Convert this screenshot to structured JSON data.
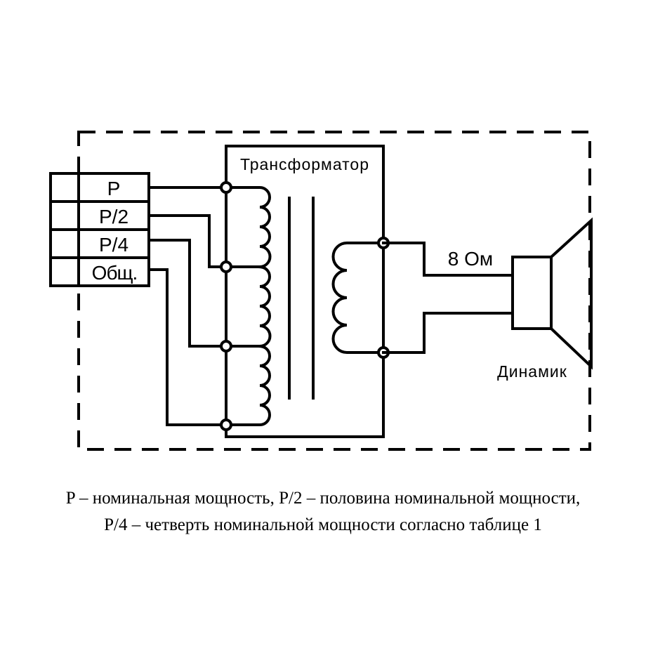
{
  "terminals": [
    {
      "id": "p",
      "label": "P"
    },
    {
      "id": "p2",
      "label": "P/2"
    },
    {
      "id": "p4",
      "label": "P/4"
    },
    {
      "id": "common",
      "label": "Общ."
    }
  ],
  "transformer": {
    "label": "Трансформатор"
  },
  "impedance": {
    "label": "8 Ом"
  },
  "speaker": {
    "label": "Динамик"
  },
  "caption": {
    "line1": "P – номинальная мощность, P/2 – половина номинальной мощности,",
    "line2": "P/4 – четверть номинальной мощности согласно таблице 1"
  }
}
